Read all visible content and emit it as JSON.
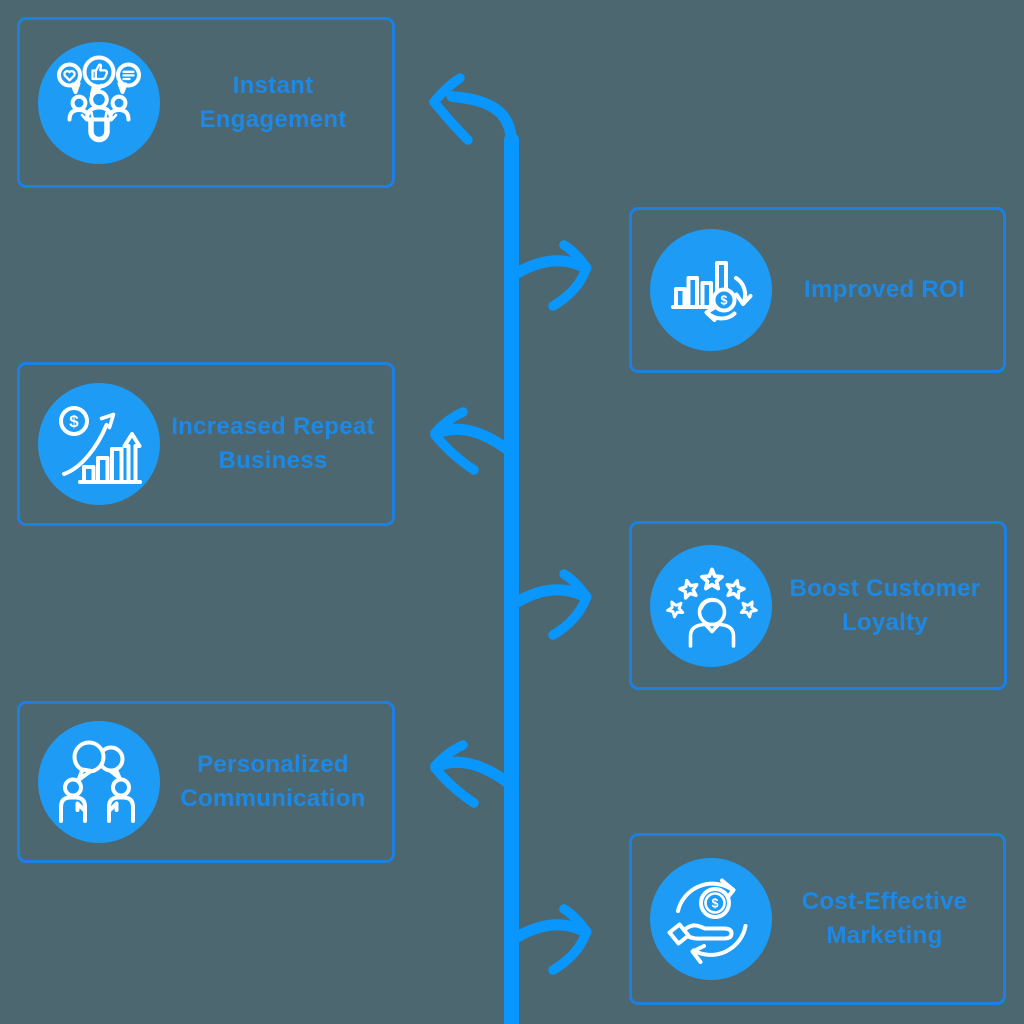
{
  "diagram": {
    "colors": {
      "background": "#4C6770",
      "box_border": "#1C80E3",
      "title_text": "#1E88E5",
      "icon_circle": "#1E9BF5",
      "connector": "#0997FE",
      "icon_stroke": "#FFFFFF"
    },
    "connector_style": "central vertical spine with curved hand-drawn arrows branching alternately left and right",
    "items": [
      {
        "label": "Instant\nEngagement",
        "icon": "audience-attraction-icon",
        "side": "left"
      },
      {
        "label": "Improved ROI",
        "icon": "bar-chart-dollar-cycle-icon",
        "side": "right"
      },
      {
        "label": "Increased Repeat\nBusiness",
        "icon": "growth-chart-dollar-icon",
        "side": "left"
      },
      {
        "label": "Boost Customer\nLoyalty",
        "icon": "customer-stars-icon",
        "side": "right"
      },
      {
        "label": "Personalized\nCommunication",
        "icon": "people-chat-icon",
        "side": "left"
      },
      {
        "label": "Cost-Effective\nMarketing",
        "icon": "hand-coin-cycle-icon",
        "side": "right"
      }
    ]
  }
}
